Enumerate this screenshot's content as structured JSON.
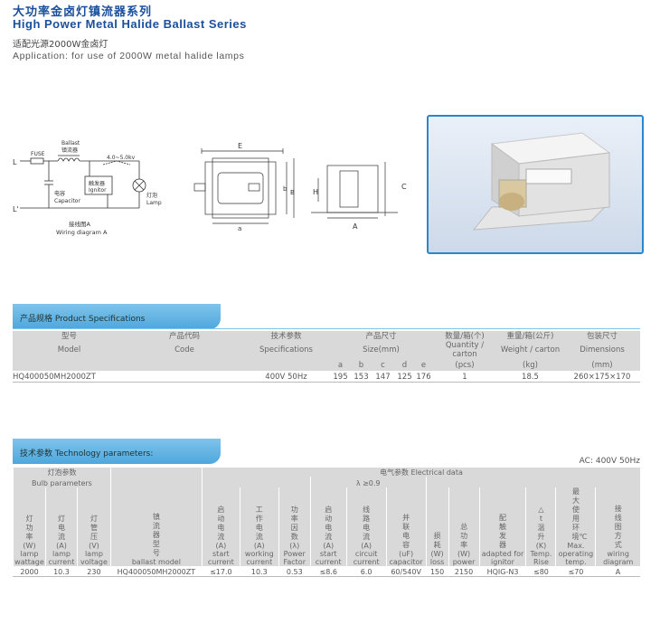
{
  "header": {
    "title_cn": "大功率金卤灯镇流器系列",
    "title_en": "High Power Metal Halide Ballast Series",
    "app_cn": "适配光源2000W金卤灯",
    "app_en": "Application: for use of 2000W metal halide lamps"
  },
  "wiring": {
    "L": "L",
    "L2": "L'",
    "fuse": "FUSE",
    "ballast_en": "Ballast",
    "ballast_cn": "镇流器",
    "voltage": "4.0~5.0kv",
    "ignitor_cn": "触发器",
    "ignitor_en": "Ignitor",
    "cap_cn": "电容",
    "cap_en": "Capacitor",
    "lamp_cn": "灯泡",
    "lamp_en": "Lamp",
    "diagram_cn": "接线图A",
    "diagram_en": "Wiring diagram A"
  },
  "dims": {
    "E": "E",
    "a": "a",
    "b": "b",
    "B": "B",
    "H": "H",
    "C": "C",
    "A": "A"
  },
  "spec": {
    "tab": "产品规格 Product Specifications",
    "h_model_cn": "型号",
    "h_model_en": "Model",
    "h_code_cn": "产品代码",
    "h_code_en": "Code",
    "h_tech_cn": "技术参数",
    "h_tech_en": "Specifications",
    "h_size_cn": "产品尺寸",
    "h_size_en": "Size(mm)",
    "h_qty_cn": "数量/箱(个)",
    "h_qty_en": "Quantity / carton",
    "h_qty_unit": "(pcs)",
    "h_wt_cn": "重量/箱(公斤)",
    "h_wt_en": "Weight / carton",
    "h_wt_unit": "(kg)",
    "h_dim_cn": "包装尺寸",
    "h_dim_en": "Dimensions",
    "h_dim_unit": "(mm)",
    "sub": [
      "a",
      "b",
      "c",
      "d",
      "e"
    ],
    "row": {
      "model": "HQ400050MH2000ZT",
      "code": "",
      "tech": "400V 50Hz",
      "a": "195",
      "b": "153",
      "c": "147",
      "d": "125",
      "e": "176",
      "qty": "1",
      "weight": "18.5",
      "dims": "260×175×170"
    }
  },
  "tech": {
    "tab": "技术参数 Technology parameters:",
    "ac": "AC: 400V 50Hz",
    "bulb_cn": "灯泡参数",
    "bulb_en": "Bulb parameters",
    "ballast_model_cn": "镇流器型号",
    "ballast_model_en": "ballast model",
    "elec": "电气参数 Electrical data",
    "lambda": "λ ≥0.9",
    "cols": {
      "lamp_wattage": {
        "cn": "灯功率",
        "unit": "(W)",
        "en": "lamp wattage"
      },
      "lamp_current": {
        "cn": "灯电流",
        "unit": "(A)",
        "en": "lamp current"
      },
      "lamp_voltage": {
        "cn": "灯管压",
        "unit": "(V)",
        "en": "lamp voltage"
      },
      "start_current": {
        "cn": "启动电流",
        "unit": "(A)",
        "en": "start current"
      },
      "working_current": {
        "cn": "工作电流",
        "unit": "(A)",
        "en": "working current"
      },
      "power_factor": {
        "cn": "功率因数",
        "unit": "(λ)",
        "en": "Power Factor"
      },
      "start_current2": {
        "cn": "启动电流",
        "unit": "(A)",
        "en": "start current"
      },
      "circuit_current": {
        "cn": "线路电流",
        "unit": "(A)",
        "en": "circuit current"
      },
      "capacitor": {
        "cn": "并联电容",
        "unit": "(uF)",
        "en": "capacitor"
      },
      "loss": {
        "cn": "损耗",
        "unit": "(W)",
        "en": "loss"
      },
      "power": {
        "cn": "总功率",
        "unit": "(W)",
        "en": "power"
      },
      "ignitor": {
        "cn": "配触发器",
        "unit": "",
        "en": "adapted for ignitor"
      },
      "temp_rise": {
        "cn": "△t温升",
        "unit": "(K)",
        "en": "Temp. Rise"
      },
      "max_temp": {
        "cn": "最大使用环境℃",
        "unit": "",
        "en": "Max. operating temp."
      },
      "wiring": {
        "cn": "接线图方式",
        "unit": "",
        "en": "wiring diagram"
      }
    },
    "row": {
      "lamp_wattage": "2000",
      "lamp_current": "10.3",
      "lamp_voltage": "230",
      "ballast_model": "HQ400050MH2000ZT",
      "start_current": "≤17.0",
      "working_current": "10.3",
      "power_factor": "0.53",
      "start_current2": "≤8.6",
      "circuit_current": "6.0",
      "capacitor": "60/540V",
      "loss": "150",
      "power": "2150",
      "ignitor": "HQIG-N3",
      "temp_rise": "≤80",
      "max_temp": "≤70",
      "wiring": "A"
    }
  }
}
